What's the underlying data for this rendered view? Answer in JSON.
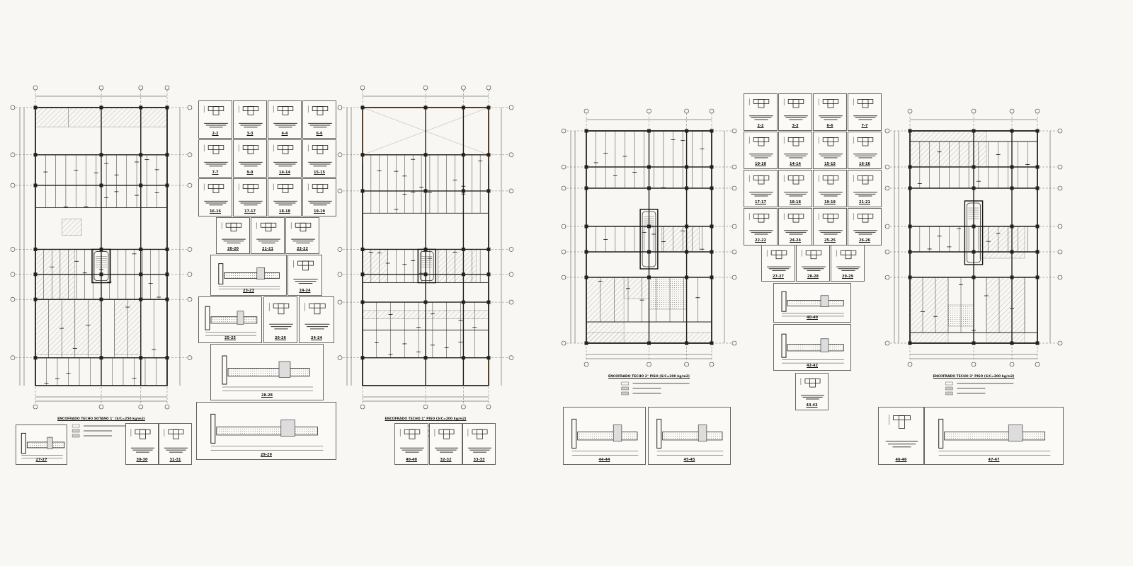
{
  "colors": {
    "background": "#f8f7f3",
    "line": "#222222",
    "frame": "#666666",
    "accent_border": "#e0892a",
    "hatch": "#888888"
  },
  "plans": [
    {
      "title": "ENCOFRADO TECHO SOTANO 1° (S/C=250 kg/m2)"
    },
    {
      "title": "ENCOFRADO TECHO 1° PISO (S/C=200 kg/m2)"
    },
    {
      "title": "ENCOFRADO TECHO 2° PISO (S/C=200 kg/m2)"
    },
    {
      "title": "ENCOFRADO TECHO 3° PISO (S/C=200 kg/m2)"
    }
  ],
  "sheet_a": {
    "sections": [
      "2-2",
      "3-3",
      "4-4",
      "6-6",
      "7-7",
      "9-9",
      "14-14",
      "15-15",
      "16-16",
      "17-17",
      "18-18",
      "19-19",
      "20-20",
      "21-21",
      "22-22",
      "23-23",
      "24-24",
      "25-25",
      "26-26",
      "24-24",
      "28-28",
      "29-29"
    ]
  },
  "plan_a_details": [
    "27-27",
    "30-30",
    "31-31"
  ],
  "plan_b_details": [
    "40-40",
    "32-32",
    "33-33"
  ],
  "sheet_c": {
    "sections": [
      "2-2",
      "3-3",
      "6-6",
      "7-7",
      "10-10",
      "14-14",
      "15-15",
      "16-16",
      "17-17",
      "18-18",
      "19-19",
      "21-21",
      "22-22",
      "24-24",
      "25-25",
      "26-26",
      "27-27",
      "28-28",
      "29-29",
      "40-40",
      "42-42",
      "43-43"
    ]
  },
  "plan_c_details": [
    "44-44",
    "45-45"
  ],
  "plan_d_details": [
    "46-46",
    "47-47"
  ]
}
